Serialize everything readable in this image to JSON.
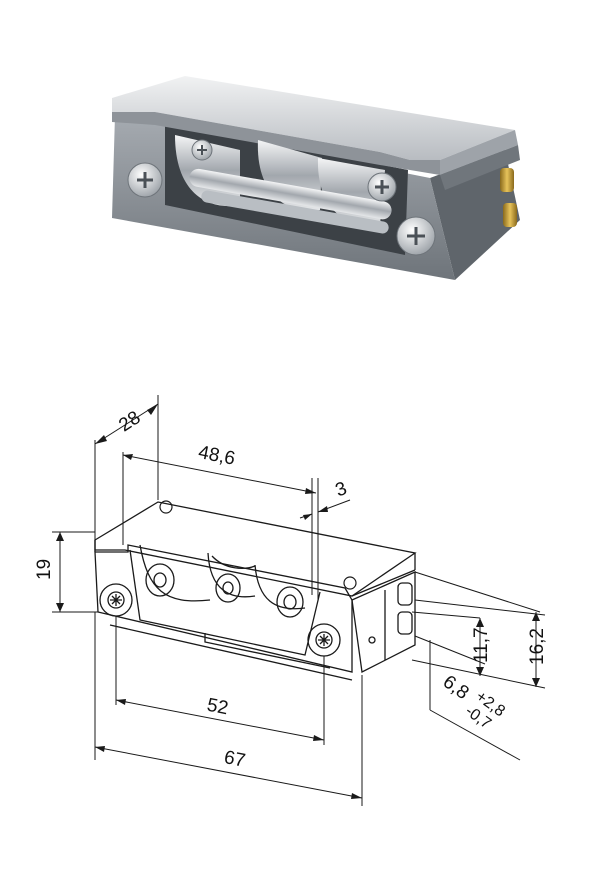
{
  "photo": {
    "icon": "door-strike-product-photo"
  },
  "drawing": {
    "icon": "door-strike-technical-drawing",
    "dimensions": {
      "depth": "28",
      "screw_spacing_top": "48,6",
      "latch_offset": "3",
      "height": "19",
      "screw_spacing_bottom": "52",
      "overall_length": "67",
      "terminal_height": "11,7",
      "end_height": "16,2",
      "tolerance_base": "6,8",
      "tolerance_plus": "+2,8",
      "tolerance_minus": "-0,7"
    }
  },
  "colors": {
    "steel": "#c9ccd0",
    "steel_dark": "#7b8086",
    "brass": "#c9a23a",
    "line": "#1a1a1a"
  }
}
